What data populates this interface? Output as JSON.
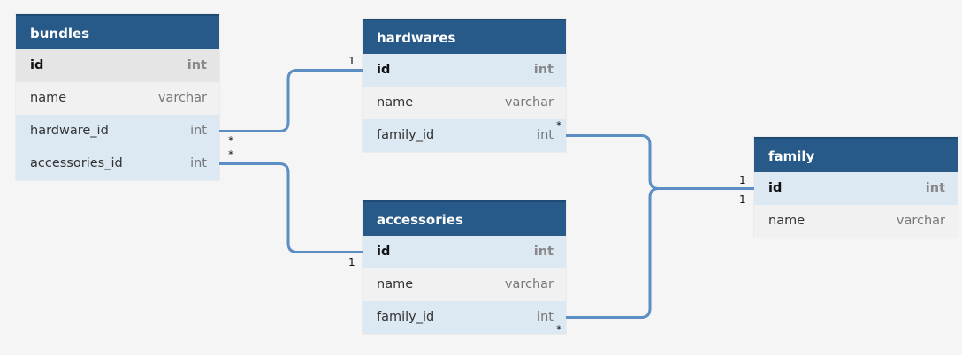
{
  "diagram": {
    "tables": [
      {
        "id": "bundles",
        "title": "bundles",
        "columns": [
          {
            "name": "id",
            "type": "int",
            "kind": "pk"
          },
          {
            "name": "name",
            "type": "varchar",
            "kind": "plain"
          },
          {
            "name": "hardware_id",
            "type": "int",
            "kind": "fk"
          },
          {
            "name": "accessories_id",
            "type": "int",
            "kind": "fk"
          }
        ]
      },
      {
        "id": "hardwares",
        "title": "hardwares",
        "columns": [
          {
            "name": "id",
            "type": "int",
            "kind": "pk-hl"
          },
          {
            "name": "name",
            "type": "varchar",
            "kind": "plain"
          },
          {
            "name": "family_id",
            "type": "int",
            "kind": "fk"
          }
        ]
      },
      {
        "id": "accessories",
        "title": "accessories",
        "columns": [
          {
            "name": "id",
            "type": "int",
            "kind": "pk-hl"
          },
          {
            "name": "name",
            "type": "varchar",
            "kind": "plain"
          },
          {
            "name": "family_id",
            "type": "int",
            "kind": "fk"
          }
        ]
      },
      {
        "id": "family",
        "title": "family",
        "columns": [
          {
            "name": "id",
            "type": "int",
            "kind": "pk-hl"
          },
          {
            "name": "name",
            "type": "varchar",
            "kind": "plain"
          }
        ]
      }
    ],
    "relations": [
      {
        "from_table": "bundles",
        "from_column": "hardware_id",
        "from_card": "*",
        "to_table": "hardwares",
        "to_column": "id",
        "to_card": "1"
      },
      {
        "from_table": "bundles",
        "from_column": "accessories_id",
        "from_card": "*",
        "to_table": "accessories",
        "to_column": "id",
        "to_card": "1"
      },
      {
        "from_table": "hardwares",
        "from_column": "family_id",
        "from_card": "*",
        "to_table": "family",
        "to_column": "id",
        "to_card": "1"
      },
      {
        "from_table": "accessories",
        "from_column": "family_id",
        "from_card": "*",
        "to_table": "family",
        "to_column": "id",
        "to_card": "1"
      }
    ],
    "colors": {
      "header": "#285a89",
      "link": "#5b8fc4",
      "fk_row": "#dce8f2"
    }
  }
}
